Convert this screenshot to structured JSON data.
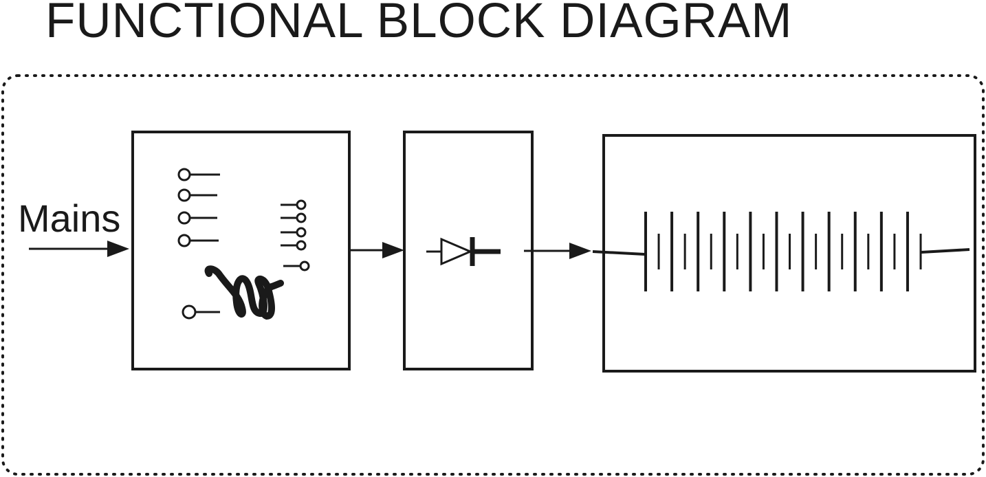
{
  "diagram": {
    "title": "FUNCTIONAL BLOCK DIAGRAM",
    "input_label": "Mains",
    "blocks": [
      {
        "id": "transformer",
        "icon": "tapped-transformer-icon"
      },
      {
        "id": "rectifier",
        "icon": "diode-icon"
      },
      {
        "id": "battery",
        "icon": "battery-cells-icon"
      }
    ],
    "connections": [
      {
        "from": "Mains",
        "to": "transformer"
      },
      {
        "from": "transformer",
        "to": "rectifier"
      },
      {
        "from": "rectifier",
        "to": "battery"
      }
    ],
    "colors": {
      "ink": "#1a1a1a",
      "background": "#ffffff"
    }
  }
}
